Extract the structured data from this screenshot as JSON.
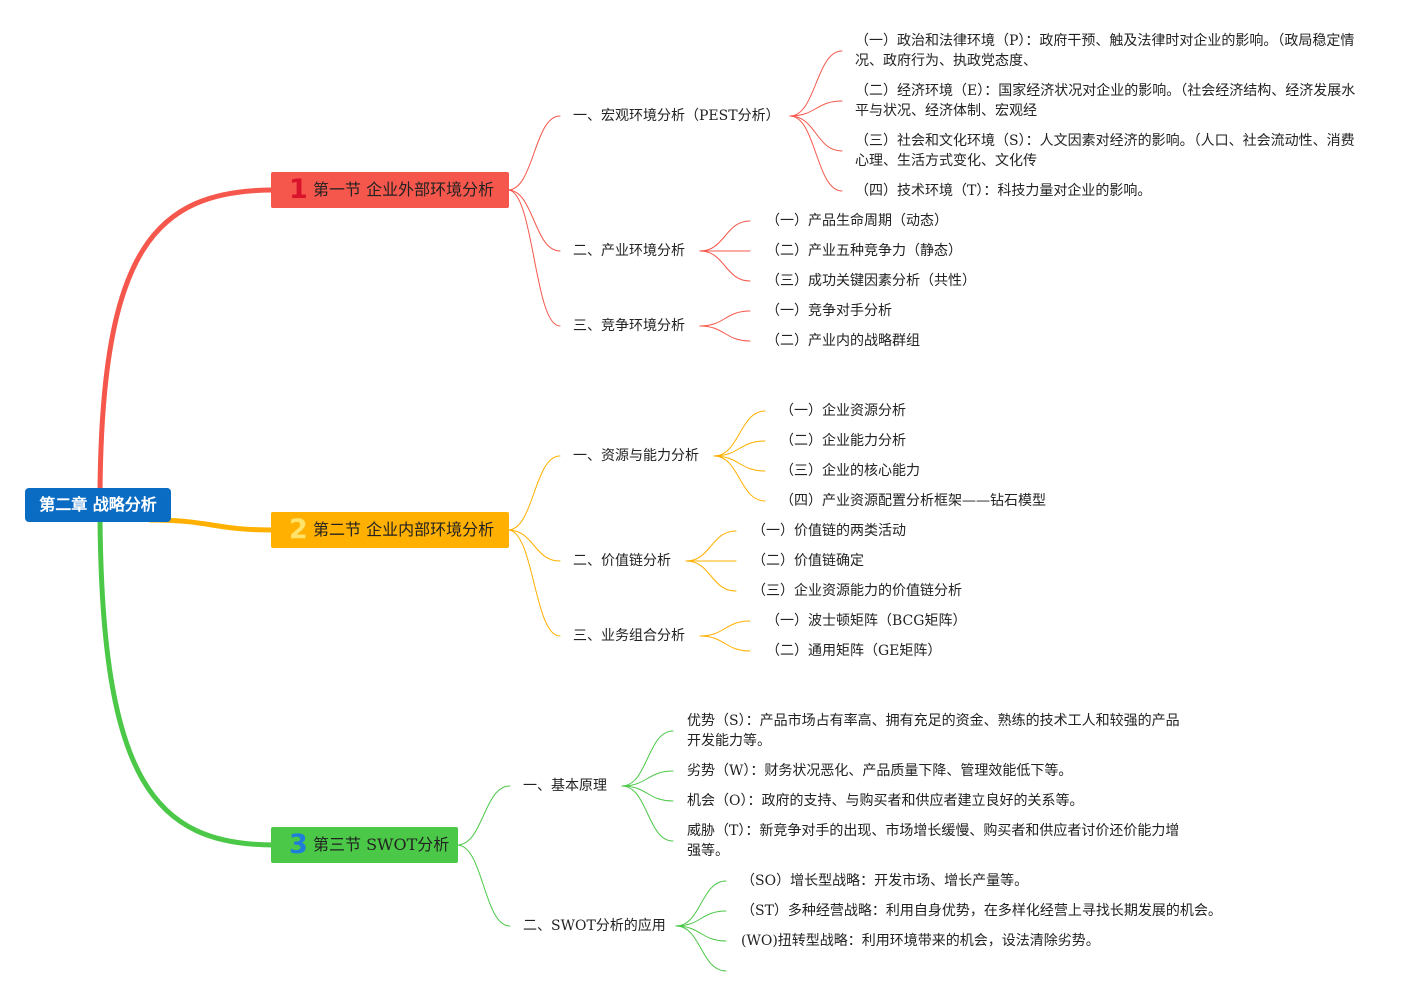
{
  "root": {
    "label": "第二章 战略分析",
    "color": "#0a6cc2"
  },
  "sections": [
    {
      "num": "1",
      "label": "第一节 企业外部环境分析",
      "color": "#f5574c",
      "num_color": "#d8132b",
      "branches": [
        {
          "label": "一、宏观环境分析（PEST分析）",
          "leaves": [
            "（一）政治和法律环境（P）：政府干预、触及法律时对企业的影响。（政局稳定情况、政府行为、执政党态度、",
            "（二）经济环境（E）：国家经济状况对企业的影响。（社会经济结构、经济发展水平与状况、经济体制、宏观经",
            "（三）社会和文化环境（S）：人文因素对经济的影响。（人口、社会流动性、消费心理、生活方式变化、文化传",
            "（四）技术环境（T）：科技力量对企业的影响。"
          ]
        },
        {
          "label": "二、产业环境分析",
          "leaves": [
            "（一）产品生命周期（动态）",
            "（二）产业五种竞争力（静态）",
            "（三）成功关键因素分析（共性）"
          ]
        },
        {
          "label": "三、竞争环境分析",
          "leaves": [
            "（一）竞争对手分析",
            "（二）产业内的战略群组"
          ]
        }
      ]
    },
    {
      "num": "2",
      "label": "第二节 企业内部环境分析",
      "color": "#ffb000",
      "num_color": "#ffe36a",
      "branches": [
        {
          "label": "一、资源与能力分析",
          "leaves": [
            "（一）企业资源分析",
            "（二）企业能力分析",
            "（三）企业的核心能力",
            "（四）产业资源配置分析框架——钻石模型"
          ]
        },
        {
          "label": "二、价值链分析",
          "leaves": [
            "（一）价值链的两类活动",
            "（二）价值链确定",
            "（三）企业资源能力的价值链分析"
          ]
        },
        {
          "label": "三、业务组合分析",
          "leaves": [
            "（一）波士顿矩阵（BCG矩阵）",
            "（二）通用矩阵（GE矩阵）"
          ]
        }
      ]
    },
    {
      "num": "3",
      "label": "第三节 SWOT分析",
      "color": "#4cc848",
      "num_color": "#1f7fd8",
      "branches": [
        {
          "label": "一、基本原理",
          "leaves": [
            "优势（S）：产品市场占有率高、拥有充足的资金、熟练的技术工人和较强的产品开发能力等。",
            "劣势（W）：财务状况恶化、产品质量下降、管理效能低下等。",
            "机会（O）：政府的支持、与购买者和供应者建立良好的关系等。",
            "威胁（T）：新竞争对手的出现、市场增长缓慢、购买者和供应者讨价还价能力增强等。"
          ]
        },
        {
          "label": "二、SWOT分析的应用",
          "leaves": [
            "（SO）增长型战略：开发市场、增长产量等。",
            "（ST）多种经营战略：利用自身优势，在多样化经营上寻找长期发展的机会。",
            "(WO)扭转型战略：利用环境带来的机会，设法清除劣势。",
            ""
          ]
        }
      ]
    }
  ]
}
